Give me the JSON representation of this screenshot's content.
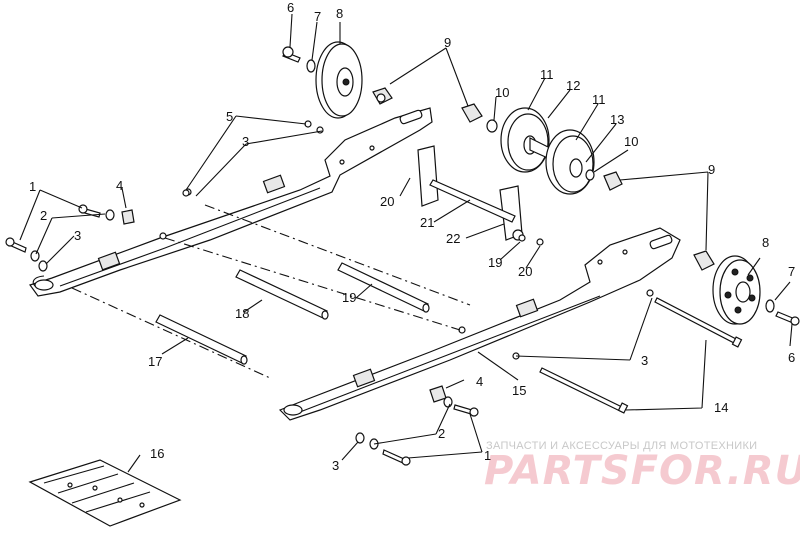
{
  "callouts": {
    "c6a": "6",
    "c7a": "7",
    "c8a": "8",
    "c9a": "9",
    "c5": "5",
    "c3a": "3",
    "c10a": "10",
    "c11a": "11",
    "c12": "12",
    "c11b": "11",
    "c13": "13",
    "c10b": "10",
    "c9b": "9",
    "c1a": "1",
    "c4a": "4",
    "c2a": "2",
    "c3b": "3",
    "c20a": "20",
    "c21": "21",
    "c22": "22",
    "c19a": "19",
    "c20b": "20",
    "c8b": "8",
    "c7b": "7",
    "c6b": "6",
    "c18": "18",
    "c19b": "19",
    "c17": "17",
    "c3c": "3",
    "c15": "15",
    "c4b": "4",
    "c14": "14",
    "c2b": "2",
    "c3d": "3",
    "c1b": "1",
    "c16": "16"
  },
  "watermark": {
    "tagline": "ЗАПЧАСТИ И АКСЕССУАРЫ ДЛЯ МОТОТЕХНИКИ",
    "brand": "PARTSFOR.RU",
    "color": "#e05a6e"
  }
}
